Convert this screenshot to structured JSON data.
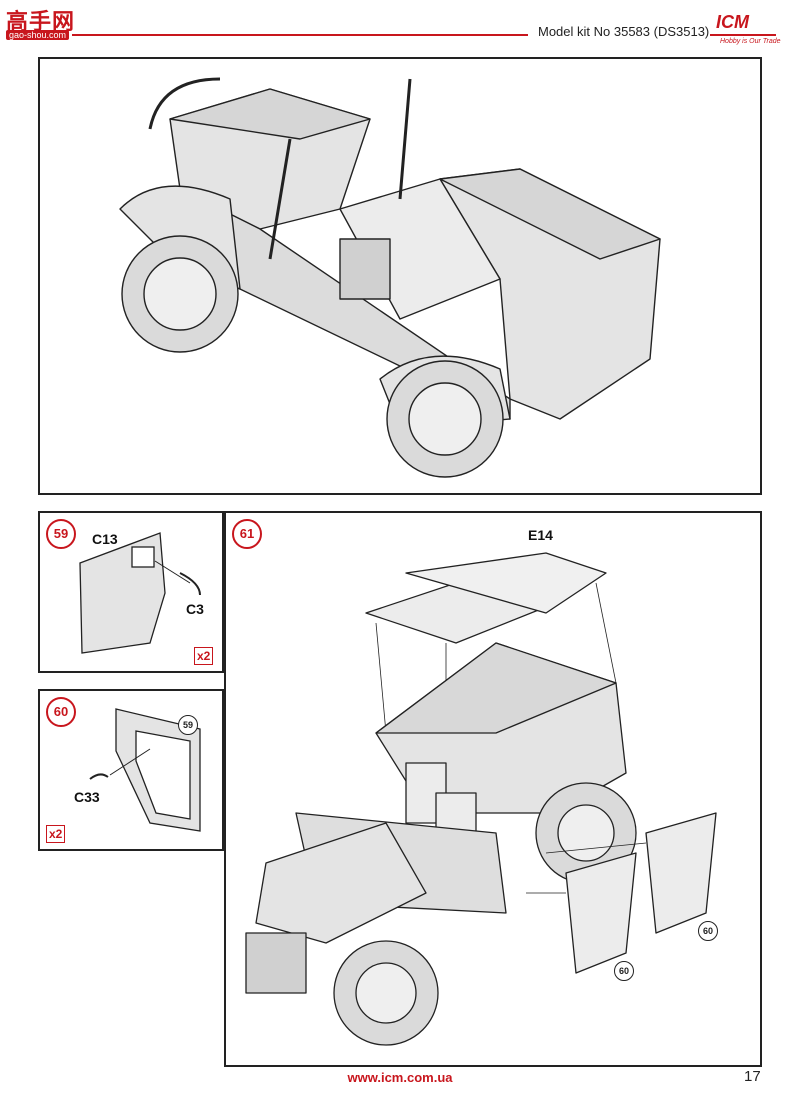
{
  "header": {
    "model_title": "Model kit No 35583 (DS3513)",
    "watermark_cn": "高手网",
    "watermark_url": "gao-shou.com",
    "brand": "ICM",
    "brand_tagline": "Hobby is Our Trade"
  },
  "steps": [
    {
      "number": "59",
      "parts": [
        "C13",
        "C3"
      ],
      "multiplier": "x2"
    },
    {
      "number": "60",
      "parts": [
        "C33"
      ],
      "reference": "59",
      "multiplier": "x2"
    },
    {
      "number": "61",
      "parts": [
        "E14"
      ],
      "references": [
        "60",
        "60"
      ]
    }
  ],
  "footer": {
    "url": "www.icm.com.ua",
    "page_number": "17"
  },
  "colors": {
    "accent": "#c8161d",
    "outline": "#222222",
    "fill": "#e4e4e4"
  }
}
